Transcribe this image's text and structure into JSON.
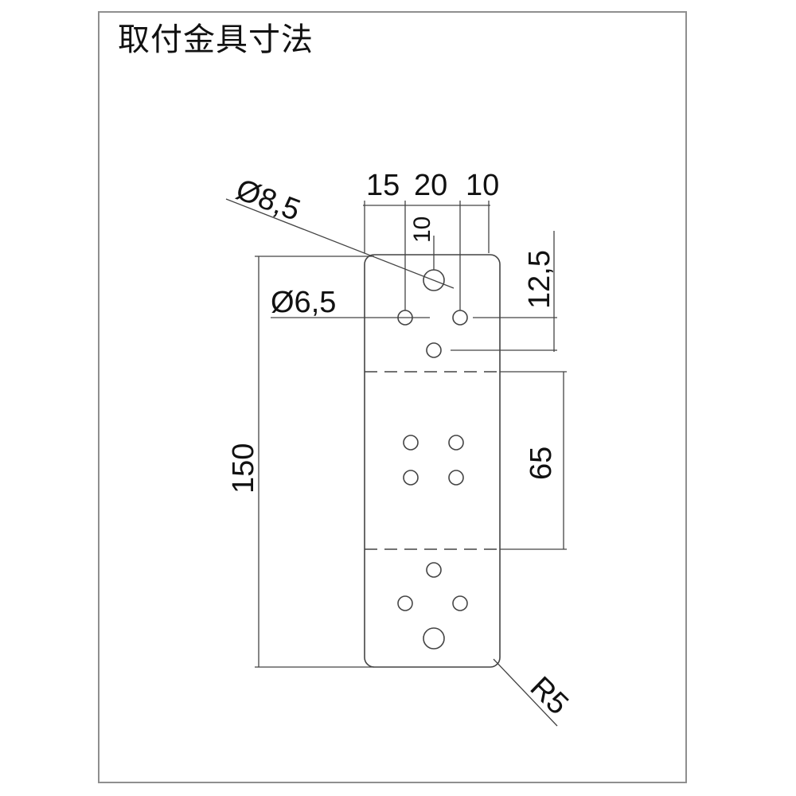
{
  "title": "取付金具寸法",
  "dimensions": {
    "hole_large": "Ø8,5",
    "hole_small": "Ø6,5",
    "width_left": "15",
    "width_mid": "20",
    "width_right": "10",
    "top_offset": "10",
    "hole_pitch": "12,5",
    "middle_span": "65",
    "length": "150",
    "corner_radius": "R5"
  }
}
